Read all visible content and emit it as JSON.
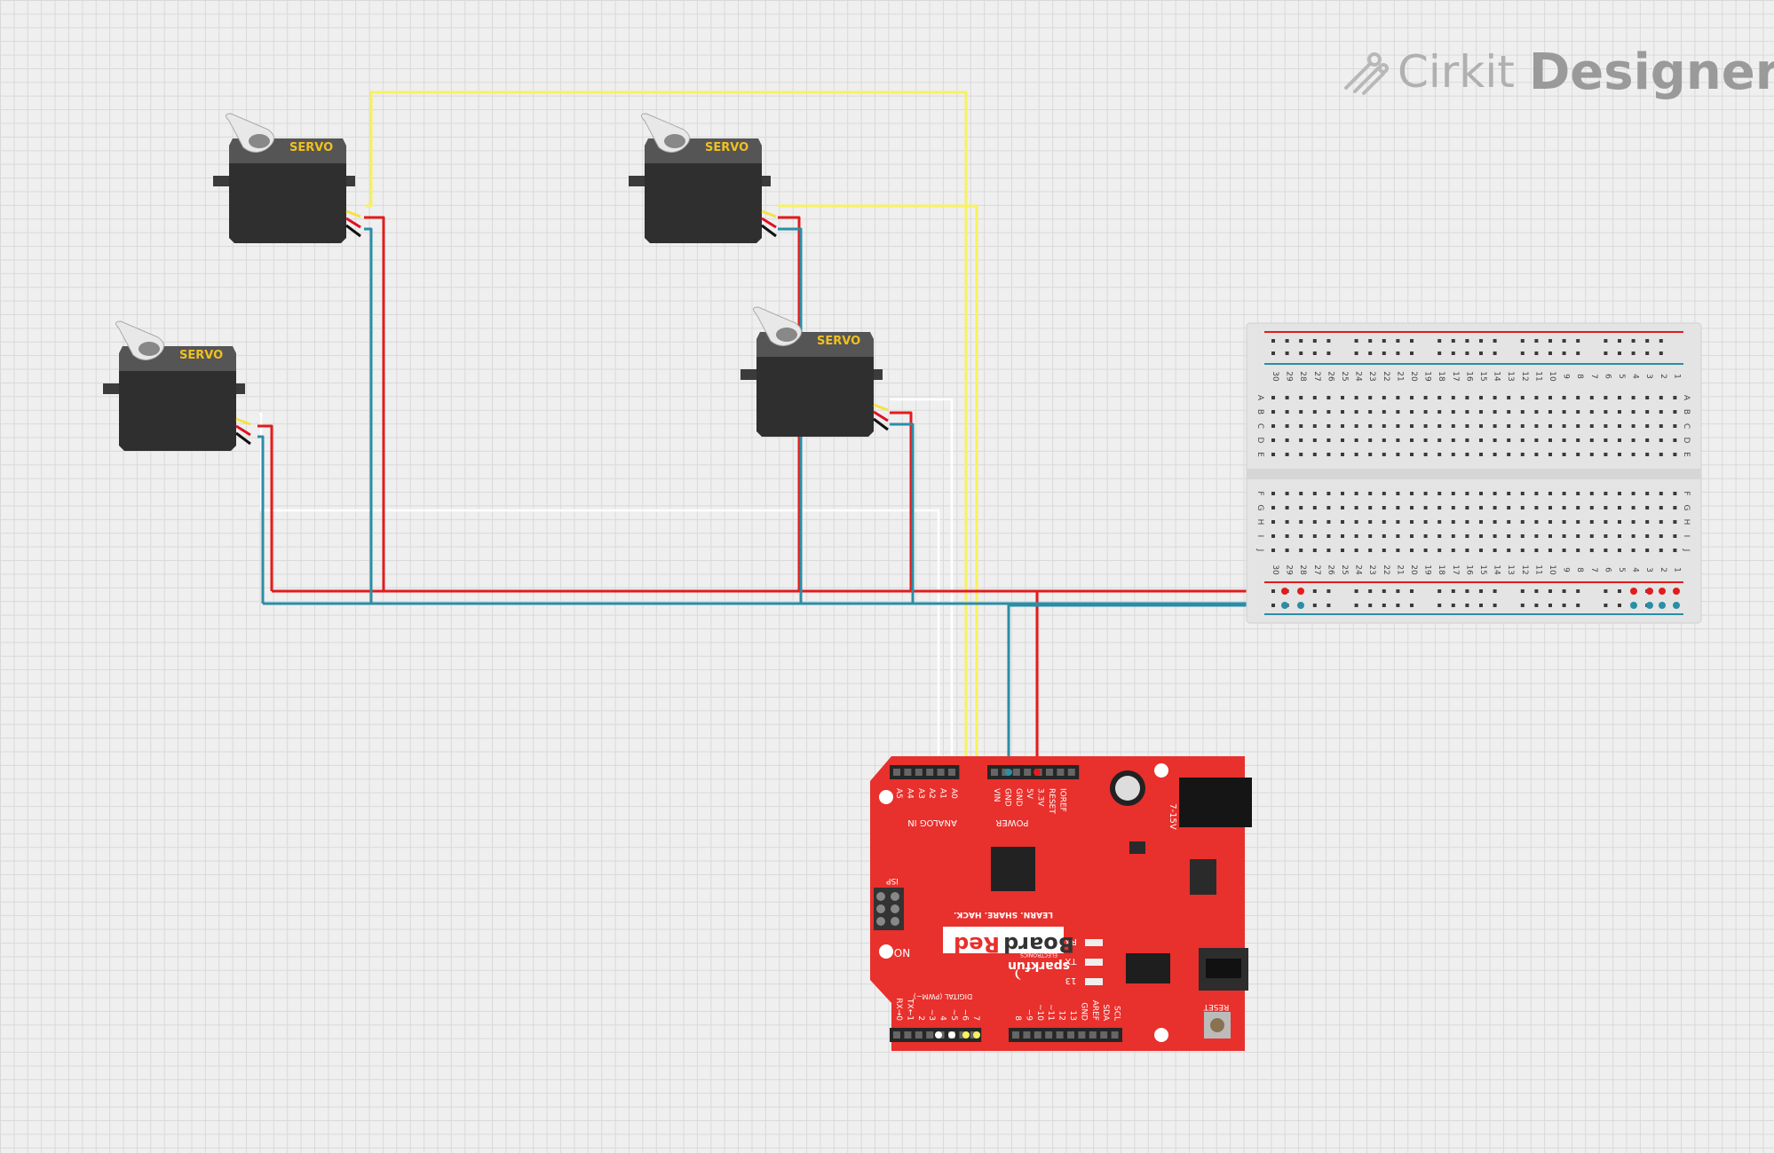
{
  "app": {
    "logo_brand": "Cirkit",
    "logo_product": "Designer"
  },
  "servos": [
    {
      "id": "servo-1",
      "label": "SERVO"
    },
    {
      "id": "servo-2",
      "label": "SERVO"
    },
    {
      "id": "servo-3",
      "label": "SERVO"
    },
    {
      "id": "servo-4",
      "label": "SERVO"
    }
  ],
  "board": {
    "brand": "sparkfun",
    "brand_sub": "ELECTRONICS",
    "name_red": "Red",
    "name_board": "Board",
    "tagline": "LEARN. SHARE. HACK.",
    "analog_label": "ANALOG IN",
    "power_label": "POWER",
    "digital_label": "DIGITAL (PWM~)",
    "isp_label": "ISP",
    "on_label": "ON",
    "reset_label": "RESET",
    "voltage_label": "7-15V",
    "rx_label": "RX",
    "tx_label": "TX",
    "l13_label": "13",
    "analog_pins": [
      "A5",
      "A4",
      "A3",
      "A2",
      "A1",
      "A0"
    ],
    "power_pins": [
      "VIN",
      "GND",
      "GND",
      "5V",
      "3.3V",
      "RESET",
      "IOREF"
    ],
    "digital_low_pins": [
      "RX→0",
      "TX←1",
      "2",
      "~3",
      "4",
      "~5",
      "~6",
      "7"
    ],
    "digital_high_pins": [
      "8",
      "~9",
      "~10",
      "~11",
      "12",
      "13",
      "GND",
      "AREF",
      "SDA",
      "SCL"
    ]
  },
  "breadboard": {
    "columns": [
      "30",
      "29",
      "28",
      "27",
      "26",
      "25",
      "24",
      "23",
      "22",
      "21",
      "20",
      "19",
      "18",
      "17",
      "16",
      "15",
      "14",
      "13",
      "12",
      "11",
      "10",
      "9",
      "8",
      "7",
      "6",
      "5",
      "4",
      "3",
      "2",
      "1"
    ],
    "rows_top": [
      "A",
      "B",
      "C",
      "D",
      "E"
    ],
    "rows_bottom": [
      "F",
      "G",
      "H",
      "I",
      "J"
    ]
  },
  "colors": {
    "signal": "#f7f25e",
    "power": "#e21c1c",
    "ground": "#2a8ea6",
    "signal_alt": "#ffffff",
    "board_red": "#e8302c",
    "servo_body": "#2f2f2f",
    "servo_label": "#f0c020"
  }
}
